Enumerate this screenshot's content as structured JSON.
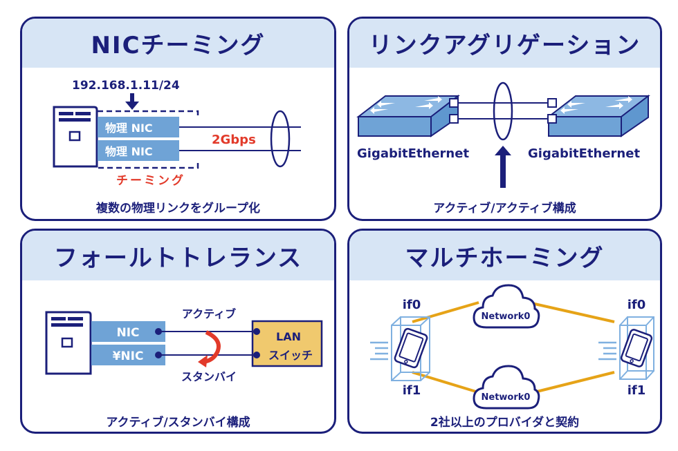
{
  "colors": {
    "navy": "#1b1f7a",
    "header_bg": "#d7e5f5",
    "nic_blue": "#6fa3d6",
    "switch_top": "#8db8e3",
    "switch_side": "#6fa3d6",
    "accent_red": "#e23a2a",
    "link_orange": "#e6a317",
    "lan_box": "#f0c96e",
    "device_frame": "#7fb0e0"
  },
  "panels": {
    "nic_teaming": {
      "title": "NICチーミング",
      "ip_label": "192.168.1.11/24",
      "nic_labels": [
        "物理 NIC",
        "物理 NIC"
      ],
      "speed_label": "2Gbps",
      "group_label": "チーミング",
      "caption": "複数の物理リンクをグループ化"
    },
    "link_aggregation": {
      "title": "リンクアグリゲーション",
      "left_switch_label": "GigabitEthernet",
      "right_switch_label": "GigabitEthernet",
      "caption": "アクティブ/アクティブ構成"
    },
    "fault_tolerance": {
      "title": "フォールトトレランス",
      "nic_labels": [
        "NIC",
        "¥NIC"
      ],
      "active_label": "アクティブ",
      "standby_label": "スタンバイ",
      "switch_label_line1": "LAN",
      "switch_label_line2": "スイッチ",
      "caption": "アクティブ/スタンバイ構成"
    },
    "multihoming": {
      "title": "マルチホーミング",
      "left_if0": "if0",
      "left_if1": "if1",
      "right_if0": "if0",
      "right_if1": "if1",
      "cloud_top_label": "Network0",
      "cloud_bottom_label": "Network0",
      "caption": "2社以上のプロバイダと契約"
    }
  }
}
